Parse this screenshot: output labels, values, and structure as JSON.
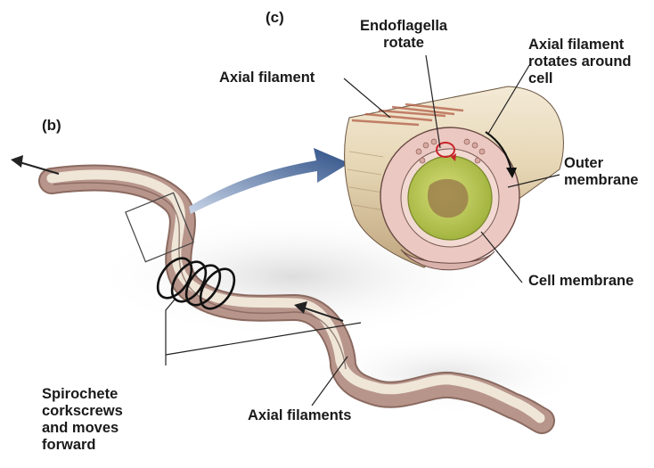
{
  "panels": {
    "b": "(b)",
    "c": "(c)"
  },
  "labels": {
    "axial_filament": "Axial filament",
    "endoflagella_rotate": [
      "Endoflagella",
      "rotate"
    ],
    "axial_filament_rotates": [
      "Axial filament",
      "rotates around",
      "cell"
    ],
    "outer_membrane": [
      "Outer",
      "membrane"
    ],
    "cell_membrane": "Cell membrane",
    "spirochete_corkscrews": [
      "Spirochete",
      "corkscrews",
      "and moves",
      "forward"
    ],
    "axial_filaments": "Axial filaments"
  },
  "colors": {
    "body_pale": "#ece3d6",
    "body_mauve": "#b38f86",
    "cross_section_pink": "#e9c8c1",
    "cytoplasm_green": "#c6cf5e",
    "filament_red": "#b3624e",
    "callout_arrow": "#2d4f86",
    "rotation_arrow": "#c8242a"
  }
}
